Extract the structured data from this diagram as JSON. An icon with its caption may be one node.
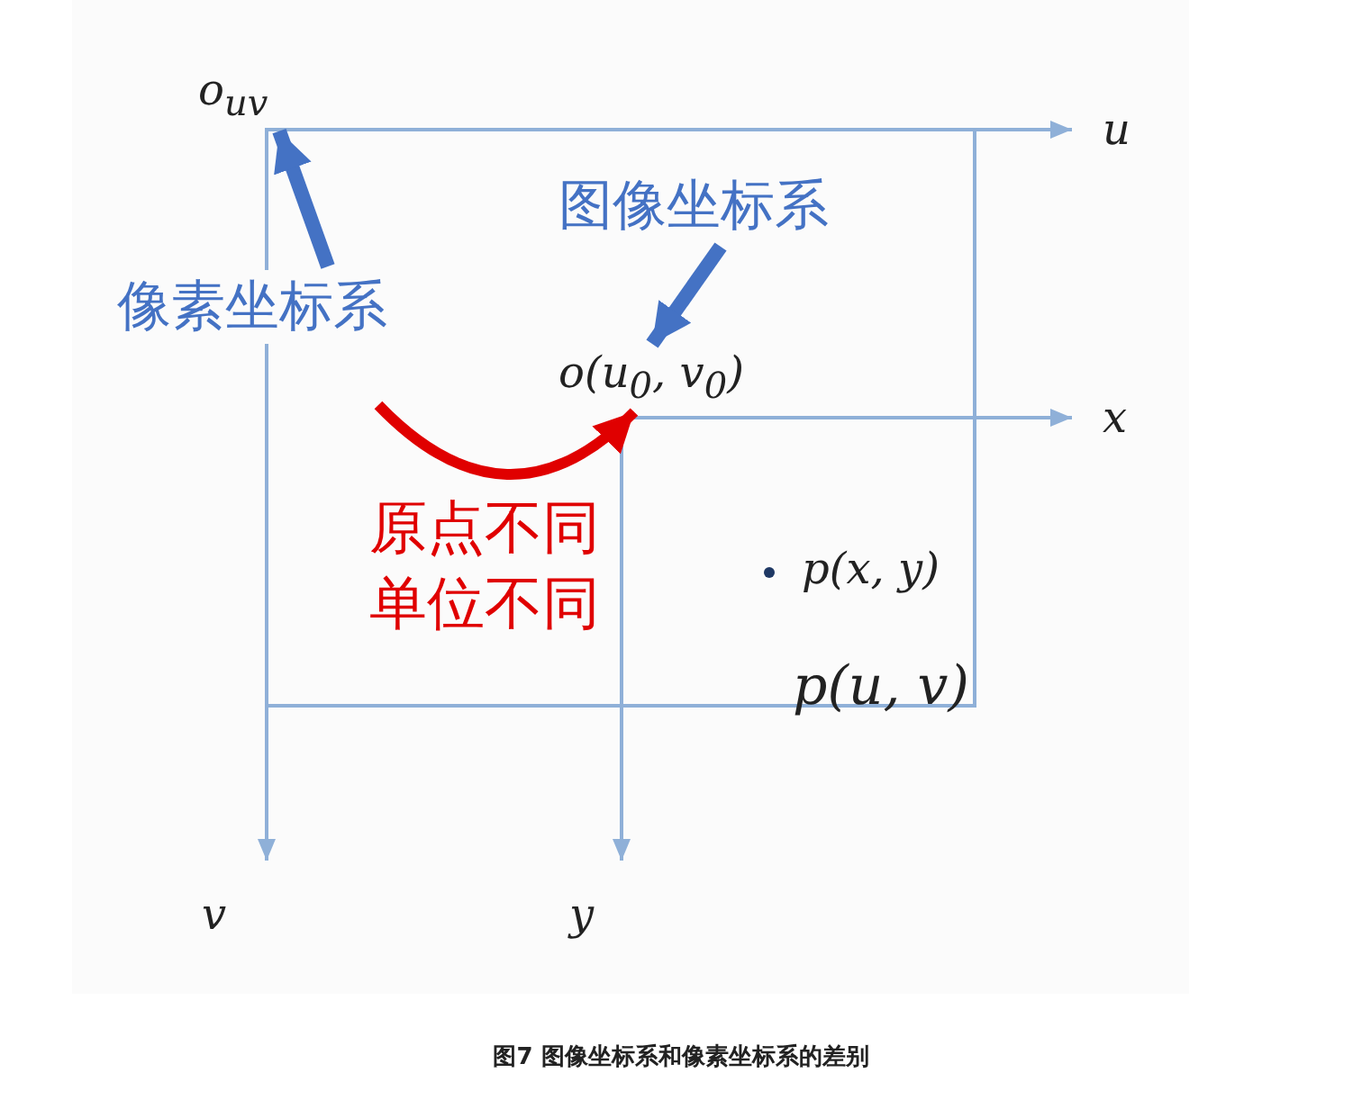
{
  "diagram": {
    "caption": "图7 图像坐标系和像素坐标系的差别",
    "nodes": [
      {
        "text": [
          "o$_{uv}$"
        ]
      },
      {
        "text": [
          "像素坐标系"
        ]
      },
      {
        "text": [
          "图像坐标系"
        ]
      },
      {
        "text": [
          "o(u$_{0}$, v$_{0}$)"
        ]
      }
    ],
    "edges": [
      {
        "from": 1,
        "to": 0,
        "arrow": "to"
      },
      {
        "from": 2,
        "to": 3,
        "arrow": "to"
      },
      {
        "from": null,
        "to": 3,
        "arrow": "to",
        "color": "#e00000",
        "label": "原点不同单位不同"
      }
    ],
    "labels": [
      "u",
      "x",
      "p(x, y)",
      "p(u, v)",
      "v",
      "y"
    ]
  }
}
